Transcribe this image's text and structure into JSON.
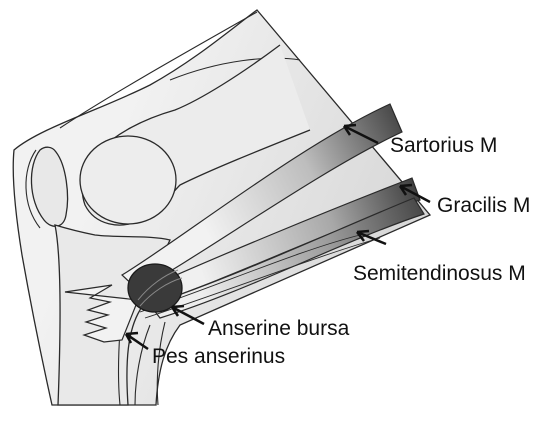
{
  "figure": {
    "colors": {
      "background": "#ffffff",
      "bone_fill": "#ececec",
      "soft_tissue_fill": "#e6e6e6",
      "outline": "#2a2a2a",
      "bursa_fill": "#3a3a3a",
      "muscle_dark": "#5a5a5a",
      "muscle_light": "#f0f0f0"
    },
    "labels": {
      "sartorius": "Sartorius M",
      "gracilis": "Gracilis M",
      "semitendinosus": "Semitendinosus M",
      "anserine_bursa": "Anserine bursa",
      "pes_anserinus": "Pes anserinus"
    },
    "icons": {
      "pointer": "arrow-icon"
    }
  }
}
